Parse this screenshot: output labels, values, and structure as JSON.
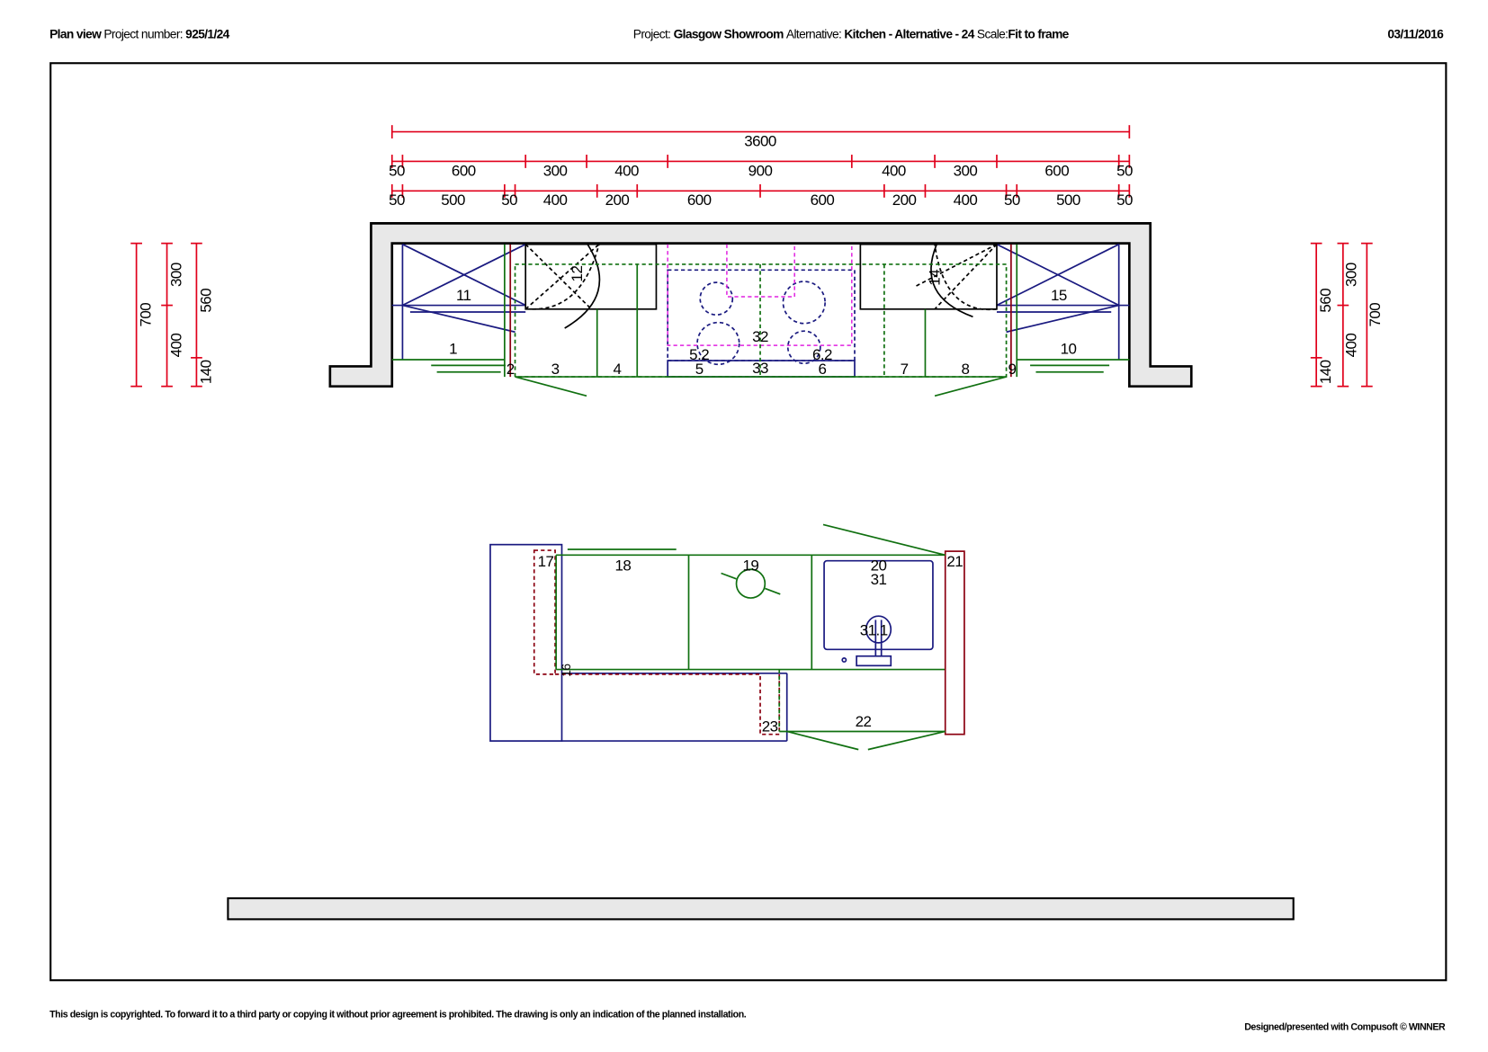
{
  "header": {
    "left_label": "Plan view",
    "project_number_label": "Project number:",
    "project_number": "925/1/24",
    "project_label": "Project:",
    "project": "Glasgow Showroom",
    "alternative_label": "Alternative:",
    "alternative": "Kitchen - Alternative - 24",
    "scale_label": "Scale:",
    "scale": "Fit to frame",
    "date": "03/11/2016"
  },
  "dimensions": {
    "overall": "3600",
    "row1": [
      "50",
      "600",
      "300",
      "400",
      "900",
      "400",
      "300",
      "600",
      "50"
    ],
    "row2": [
      "50",
      "500",
      "50",
      "400",
      "200",
      "600",
      "600",
      "200",
      "400",
      "50",
      "500",
      "50"
    ],
    "left": {
      "total": "700",
      "upper": "300",
      "lower": "400",
      "depth": "560",
      "bottom": "140"
    },
    "right": {
      "total": "700",
      "upper": "300",
      "lower": "400",
      "depth": "560",
      "bottom": "140"
    }
  },
  "units": [
    "1",
    "2",
    "3",
    "4",
    "5",
    "5.2",
    "6",
    "6.2",
    "7",
    "8",
    "9",
    "10",
    "11",
    "12",
    "14",
    "15",
    "32",
    "33",
    "16",
    "17",
    "18",
    "19",
    "20",
    "31",
    "31.1",
    "21",
    "22",
    "23"
  ],
  "colors": {
    "dimension": "#e0001b",
    "base_units": "#107010",
    "wall_units": "#1a1a80",
    "wall_fill": "#e8e8e8",
    "appliance": "#e020e0"
  },
  "footer": {
    "copyright": "This design is copyrighted. To forward it to a third party or copying it without prior agreement is prohibited. The drawing is only an indication of the planned installation.",
    "credit": "Designed/presented with Compusoft © WINNER"
  }
}
